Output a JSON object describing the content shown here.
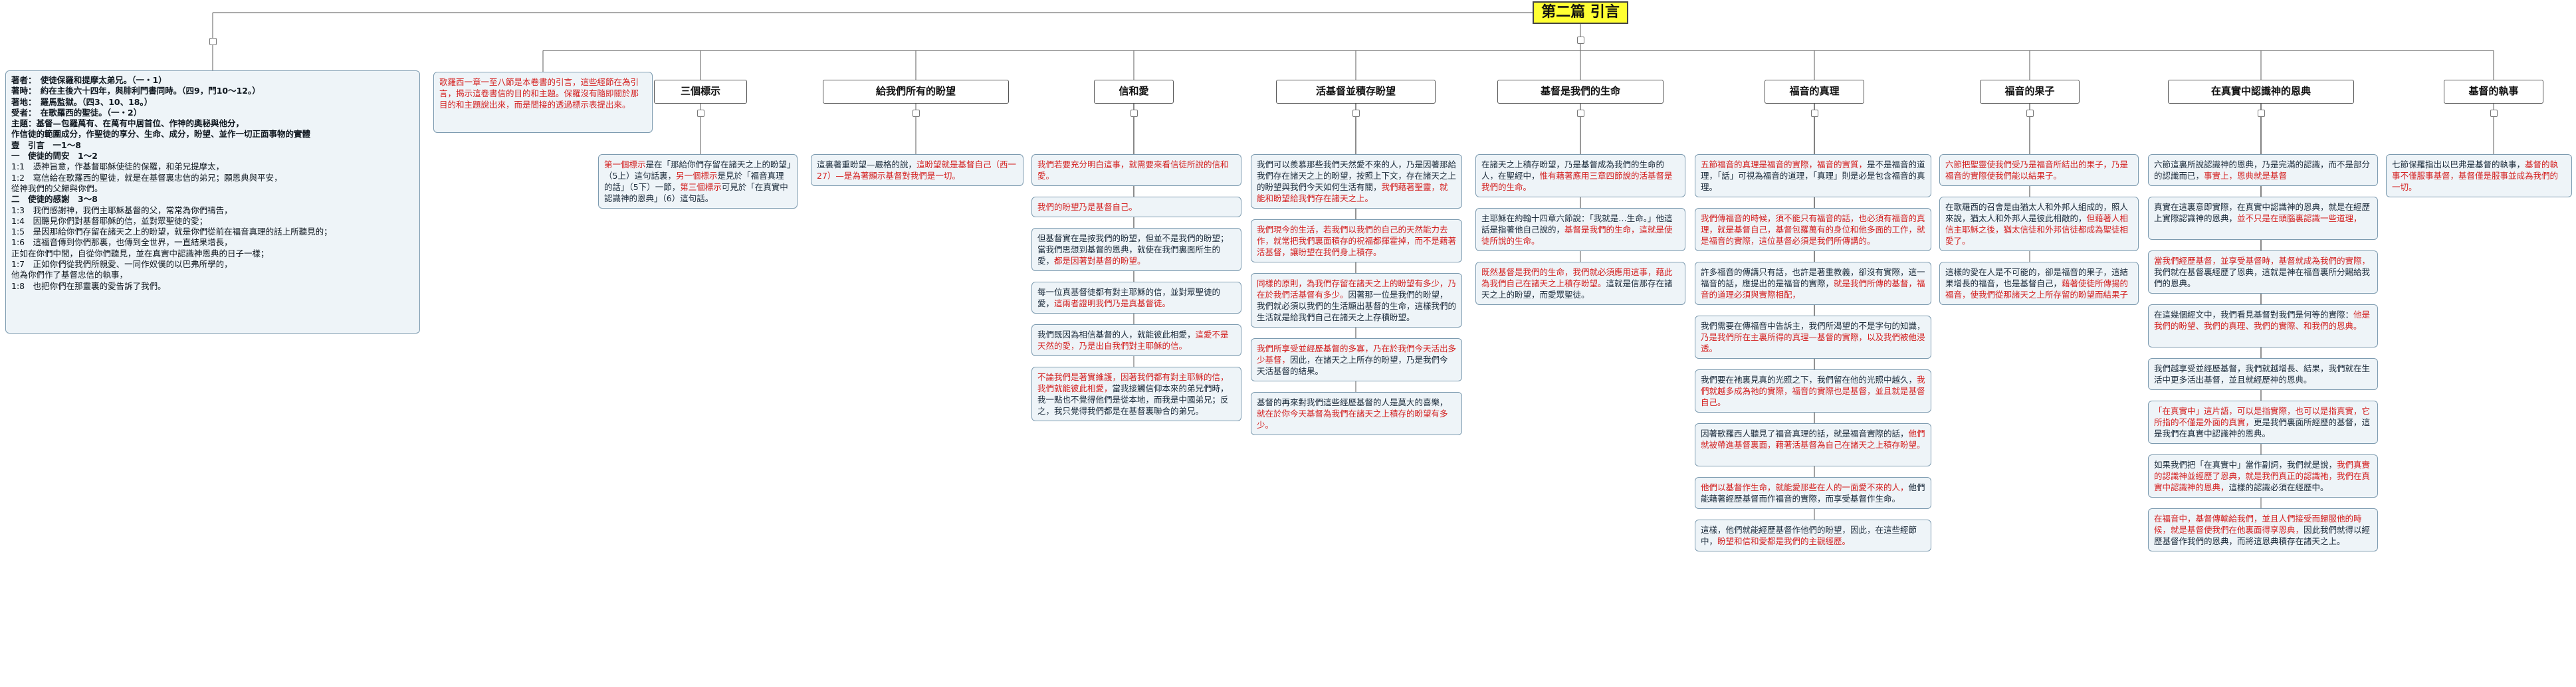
{
  "root": {
    "title": "第二篇  引言"
  },
  "meta": {
    "lines": [
      {
        "t": "著者：　使徒保羅和提摩太弟兄。（一・1）",
        "b": true
      },
      {
        "t": "著時：　約在主後六十四年，與腓利門書同時。（四9，門10～12。）",
        "b": true
      },
      {
        "t": "著地：　羅馬監獄。（四3、10、18。）",
        "b": true
      },
      {
        "t": "受者：　在歌羅西的聖徒。（一・2）",
        "b": true
      },
      {
        "t": "主題：基督—包羅萬有、在萬有中居首位、作神的奧秘與他分，",
        "b": true
      },
      {
        "t": "作信徒的範圍成分，作聖徒的享分、生命、成分，盼望、並作一切正面事物的實體",
        "b": true
      },
      {
        "t": "壹　引言　一1～8",
        "b": true
      },
      {
        "t": "一　使徒的問安　1～2",
        "b": true
      },
      {
        "t": "1:1　憑神旨意，作基督耶穌使徒的保羅，和弟兄提摩太，",
        "b": false
      },
      {
        "t": "1:2　寫信給在歌羅西的聖徒，就是在基督裏忠信的弟兄；願恩典與平安，",
        "b": false
      },
      {
        "t": "從神我們的父歸與你們。",
        "b": false
      },
      {
        "t": "二　使徒的感謝　3～8",
        "b": true
      },
      {
        "t": "1:3　我們感謝神，我們主耶穌基督的父，常常為你們禱告，",
        "b": false
      },
      {
        "t": "1:4　因聽見你們對基督耶穌的信，並對眾聖徒的愛；",
        "b": false
      },
      {
        "t": "1:5　是因那給你們存留在諸天之上的盼望，就是你們從前在福音真理的話上所聽見的；",
        "b": false
      },
      {
        "t": "1:6　這福音傳到你們那裏，也傳到全世界，一直結果增長，",
        "b": false
      },
      {
        "t": "正如在你們中間，自從你們聽見，並在真實中認識神恩典的日子一樣；",
        "b": false
      },
      {
        "t": "1:7　正如你們從我們所親愛、一同作奴僕的以巴弗所學的，",
        "b": false
      },
      {
        "t": "他為你們作了基督忠信的執事，",
        "b": false
      },
      {
        "t": "1:8　也把你們在那靈裏的愛告訴了我們。",
        "b": false
      }
    ]
  },
  "intro_note": {
    "segments": [
      {
        "t": "歌羅西一章一至八節是本卷書的引言，這些經節在為引言，揭示這卷書信的目的和主題。保羅沒有隨即關於那目的和主題說出來，",
        "r": true
      },
      {
        "t": "而是間接的透過標示表提出來。",
        "r": true
      }
    ]
  },
  "branches": [
    {
      "label": "三個標示"
    },
    {
      "label": "給我們所有的盼望"
    },
    {
      "label": "信和愛"
    },
    {
      "label": "活基督並積存盼望"
    },
    {
      "label": "基督是我們的生命"
    },
    {
      "label": "福音的真理"
    },
    {
      "label": "福音的果子"
    },
    {
      "label": "在真實中認識神的恩典"
    },
    {
      "label": "基督的執事"
    }
  ],
  "notes": [
    {
      "col": 0,
      "segments": [
        {
          "t": "第一個標示",
          "r": true
        },
        {
          "t": "是在「那給你們存留在諸天之上的盼望」（5上）這句話裏，",
          "r": false
        },
        {
          "t": "另一個標示",
          "r": true
        },
        {
          "t": "是見於「福音真理的話」（5下）一節，",
          "r": false
        },
        {
          "t": "第三個標示",
          "r": true
        },
        {
          "t": "可見於「在真實中認識神的恩典」（6）這句話。",
          "r": false
        }
      ]
    },
    {
      "col": 1,
      "segments": [
        {
          "t": "這裏著重盼望—嚴格的說，",
          "r": false
        },
        {
          "t": "這盼望就是基督自己（西一27）—是為著顯示基督對我們是一切。",
          "r": true
        }
      ]
    },
    {
      "col": 2,
      "segments": [
        {
          "t": "我們若要充分明白這事，就需要來看信徒所說的信和愛。",
          "r": true
        }
      ]
    },
    {
      "col": 2,
      "segments": [
        {
          "t": "我們的盼望乃是基督自己。",
          "r": true
        }
      ]
    },
    {
      "col": 2,
      "segments": [
        {
          "t": "但基督實在是按我們的盼望，但並不是我們的盼望；當我們思想到基督的恩典，就使在我們裏面所生的愛，",
          "r": false
        },
        {
          "t": "都是因著對基督的盼望。",
          "r": true
        }
      ]
    },
    {
      "col": 2,
      "segments": [
        {
          "t": "每一位真基督徒都有對主耶穌的信，並對眾聖徒的愛，",
          "r": false
        },
        {
          "t": "這兩者證明我們乃是真基督徒。",
          "r": true
        }
      ]
    },
    {
      "col": 2,
      "segments": [
        {
          "t": "我們既因為相信基督的人，就能彼此相愛，",
          "r": false
        },
        {
          "t": "這愛不是天然的愛，乃是出自我們對主耶穌的信。",
          "r": true
        }
      ]
    },
    {
      "col": 2,
      "segments": [
        {
          "t": "不論我們是著實維護，因著我們都有對主耶穌的信，我們就能彼此相愛，",
          "r": true
        },
        {
          "t": "當我接觸信仰本來的弟兄們時，我一點也不覺得他們是從本地，而我是中國弟兄；反之，我只覺得我們都是在基督裏聯合的弟兄。",
          "r": false
        }
      ]
    },
    {
      "col": 3,
      "segments": [
        {
          "t": "我們可以羨慕那些我們天然愛不來的人，乃是因著那給我們存在諸天之上的盼望，按照上下文，存在諸天之上的盼望與我們今天如何生活有關，",
          "r": false
        },
        {
          "t": "我們藉著聖靈，就能和盼望給我們存在諸天之上。",
          "r": true
        }
      ]
    },
    {
      "col": 3,
      "segments": [
        {
          "t": "我們現今的生活，若我們以我們的自己的天然能力去作，就常把我們裏面積存的祝福都揮霍掉，而不是藉著活基督，讓盼望在我們身上積存。",
          "r": true
        }
      ]
    },
    {
      "col": 3,
      "segments": [
        {
          "t": "同樣的原則，為我們存留在諸天之上的盼望有多少，乃在於我們活基督有多少。",
          "r": true
        },
        {
          "t": "因著那一位是我們的盼望，我們就必須以我們的生活顯出基督的生命，這樣我們的生活就是給我們自己在諸天之上存積盼望。",
          "r": false
        }
      ]
    },
    {
      "col": 3,
      "segments": [
        {
          "t": "我們所享受並經歷基督的多寡，乃在於我們今天活出多少基督，",
          "r": true
        },
        {
          "t": "因此，在諸天之上所存的盼望，乃是我們今天活基督的結果。",
          "r": false
        }
      ]
    },
    {
      "col": 3,
      "segments": [
        {
          "t": "基督的再來對我們這些經歷基督的人是莫大的喜樂，",
          "r": false
        },
        {
          "t": "就在於你今天基督為我們在諸天之上積存的盼望有多少。",
          "r": true
        }
      ]
    },
    {
      "col": 4,
      "segments": [
        {
          "t": "在諸天之上積存盼望，乃是基督成為我們的生命的人，在聖經中，",
          "r": false
        },
        {
          "t": "惟有藉著應用三章四節說的活基督是我們的生命。",
          "r": true
        }
      ]
    },
    {
      "col": 4,
      "segments": [
        {
          "t": "主耶穌在約翰十四章六節說：「我就是…生命。」他這話是指著他自己說的，",
          "r": false
        },
        {
          "t": "基督是我們的生命，",
          "r": true
        },
        {
          "t": "這就是使徒所說的生命。",
          "r": true
        }
      ]
    },
    {
      "col": 4,
      "segments": [
        {
          "t": "既然基督是我們的生命，我們就必須應用這事，藉此為我們自己在諸天之上積存盼望。",
          "r": true
        },
        {
          "t": "這就是信那存在諸天之上的盼望，而愛眾聖徒。",
          "r": false
        }
      ]
    },
    {
      "col": 5,
      "segments": [
        {
          "t": "五節福音的真理是福音的實際，福音的實質，",
          "r": true
        },
        {
          "t": "是不是福音的道理，「話」可視為福音的道理，「真理」則是必是包含福音的真理。",
          "r": false
        }
      ]
    },
    {
      "col": 5,
      "segments": [
        {
          "t": "我們傳福音的時候，須不能只有福音的話，也必須有福音的真理，就是基督自己，基督包羅萬有的身位和他多面的工作，就是福音的實際，這位基督必須是我們所傳講的。",
          "r": true
        }
      ]
    },
    {
      "col": 5,
      "segments": [
        {
          "t": "許多福音的傳講只有話，也許是著重教義，卻沒有實際，這一福音的話，應提出的是福音的實際，",
          "r": false
        },
        {
          "t": "就是我們所傳的基督，福音的道理必須與實際相配，",
          "r": true
        }
      ]
    },
    {
      "col": 5,
      "segments": [
        {
          "t": "我們需要在傳福音中告訴主，我們所渴望的不是字句的知識，",
          "r": false
        },
        {
          "t": "乃是我們所在主裏所得的真理—基督的實際，以及我們被他浸透。",
          "r": true
        }
      ]
    },
    {
      "col": 5,
      "segments": [
        {
          "t": "我們要在祂裏見真的光照之下，我們留在他的光照中越久，",
          "r": false
        },
        {
          "t": "我們就越多成為祂的實際，福音的實際也是基督，並且就是基督自己。",
          "r": true
        }
      ]
    },
    {
      "col": 5,
      "segments": [
        {
          "t": "因著歌羅西人聽見了福音真理的話，就是福音實際的話，",
          "r": false
        },
        {
          "t": "他們就被帶進基督裏面，藉著活基督為自己在諸天之上積存盼望。",
          "r": true
        }
      ]
    },
    {
      "col": 5,
      "segments": [
        {
          "t": "他們以基督作生命，就能愛那些在人的一面愛不來的人，",
          "r": true
        },
        {
          "t": "他們能藉著經歷基督而作福音的實際，而享受基督作生命。",
          "r": false
        }
      ]
    },
    {
      "col": 5,
      "segments": [
        {
          "t": "這樣，他們就能經歷基督作他們的盼望，因此，在這些經節中，",
          "r": false
        },
        {
          "t": "盼望和信和愛都是我們的主觀經歷。",
          "r": true
        }
      ]
    },
    {
      "col": 6,
      "segments": [
        {
          "t": "六節把聖靈使我們受乃是福音所結出的果子，",
          "r": true
        },
        {
          "t": "乃是福音的實際使我們能以結果子。",
          "r": true
        }
      ]
    },
    {
      "col": 6,
      "segments": [
        {
          "t": "在歌羅西的召會是由猶太人和外邦人組成的，照人來說，猶太人和外邦人是彼此相敵的，",
          "r": false
        },
        {
          "t": "但藉著人相信主耶穌之後，猶太信徒和外邦信徒都成為聖徒相愛了。",
          "r": true
        }
      ]
    },
    {
      "col": 6,
      "segments": [
        {
          "t": "這樣的愛在人是不可能的，卻是福音的果子，這結果增長的福音，也是基督自己，",
          "r": false
        },
        {
          "t": "藉著使徒所傳揚的福音，使我們從那諸天之上所存留的盼望而結果子",
          "r": true
        }
      ]
    },
    {
      "col": 7,
      "segments": [
        {
          "t": "六節這裏所說認識神的恩典，乃是完滿的認識，而不是部分的認識而已，",
          "r": false
        },
        {
          "t": "事實上，恩典就是基督",
          "r": true
        }
      ]
    },
    {
      "col": 7,
      "segments": [
        {
          "t": "真實在這裏意即實際，在真實中認識神的恩典，就是在經歷上實際認識神的恩典，",
          "r": false
        },
        {
          "t": "並不只是在頭腦裏認識一些道理，",
          "r": true
        }
      ]
    },
    {
      "col": 7,
      "segments": [
        {
          "t": "當我們經歷基督，並享受基督時，基督就成為我們的實際，",
          "r": true
        },
        {
          "t": "我們就在基督裏經歷了恩典，這就是神在福音裏所分賜給我們的恩典。",
          "r": false
        }
      ]
    },
    {
      "col": 7,
      "segments": [
        {
          "t": "在這幾個經文中，我們看見基督對我們是何等的實際：",
          "r": false
        },
        {
          "t": "他是我們的盼望、我們的真理、我們的實際、和我們的恩典。",
          "r": true
        }
      ]
    },
    {
      "col": 7,
      "segments": [
        {
          "t": "我們越享受並經歷基督，我們就越增長、結果，我們就在生活中更多活出基督，並且就經歷神的恩典。",
          "r": false
        }
      ]
    },
    {
      "col": 7,
      "segments": [
        {
          "t": "「在真實中」這片語，可以是指實際，也可以是指真實，它所指的不僅是外面的真實，",
          "r": true
        },
        {
          "t": "更是我們裏面所經歷的基督，這是我們在真實中認識神的恩典。",
          "r": false
        }
      ]
    },
    {
      "col": 7,
      "segments": [
        {
          "t": "如果我們把「在真實中」當作副詞，我們就是說，",
          "r": false
        },
        {
          "t": "我們真實的認識神並經歷了恩典，就是我們真正的認識祂，我們在真實中認識神的恩典，",
          "r": true
        },
        {
          "t": "這樣的認識必須在經歷中。",
          "r": false
        }
      ]
    },
    {
      "col": 7,
      "segments": [
        {
          "t": "在福音中，基督傳輸給我們，並且人們接受而歸服他的時候，就是基督使我們在他裏面得享恩典，",
          "r": true
        },
        {
          "t": "因此我們就得以經歷基督作我們的恩典，而將這恩典積存在諸天之上。",
          "r": false
        }
      ]
    },
    {
      "col": 8,
      "segments": [
        {
          "t": "七節保羅指出以巴弗是基督的執事，",
          "r": false
        },
        {
          "t": "基督的執事不僅服事基督，基督僅是服事並成為我們的一切。",
          "r": true
        }
      ]
    }
  ]
}
